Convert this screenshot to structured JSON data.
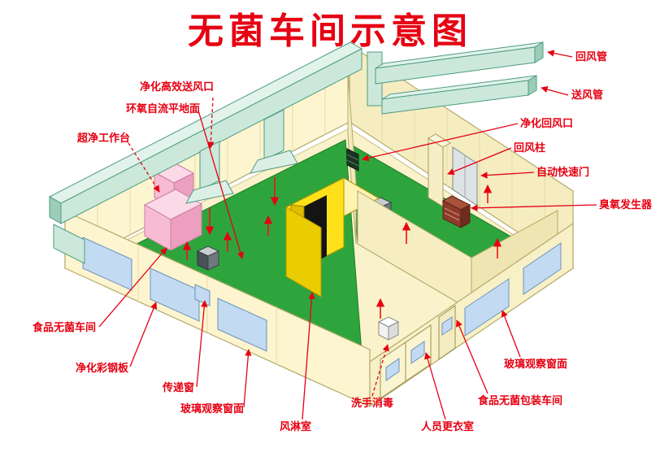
{
  "title": "无菌车间示意图",
  "colors": {
    "title_red": "#e60012",
    "label_red": "#e60012",
    "arrow_red": "#ff1010",
    "wall_cream": "#fcf5d0",
    "floor_green": "#2ea53c",
    "duct_teal": "#cbe8db",
    "air_shower_yellow": "#ffe11a",
    "bench_pink": "#f7bcd3",
    "window_blue": "#c2daf2"
  },
  "labels": [
    {
      "id": "hepa-supply-outlet",
      "text": "净化高效送风口"
    },
    {
      "id": "epoxy-floor",
      "text": "环氧自流平地面"
    },
    {
      "id": "clean-bench",
      "text": "超净工作台"
    },
    {
      "id": "return-air-duct",
      "text": "回风管"
    },
    {
      "id": "supply-air-duct",
      "text": "送风管"
    },
    {
      "id": "purified-return-outlet",
      "text": "净化回风口"
    },
    {
      "id": "return-air-column",
      "text": "回风柱"
    },
    {
      "id": "auto-rapid-door",
      "text": "自动快速门"
    },
    {
      "id": "ozone-generator",
      "text": "臭氧发生器"
    },
    {
      "id": "food-sterile-workshop",
      "text": "食品无菌车间"
    },
    {
      "id": "colored-steel-panel",
      "text": "净化彩钢板"
    },
    {
      "id": "transfer-window",
      "text": "传递窗"
    },
    {
      "id": "glass-observation-window-left",
      "text": "玻璃观察窗面"
    },
    {
      "id": "hand-washing-disinfection",
      "text": "洗手消毒"
    },
    {
      "id": "air-shower-room",
      "text": "风淋室"
    },
    {
      "id": "staff-changing-room",
      "text": "人员更衣室"
    },
    {
      "id": "food-sterile-packaging-workshop",
      "text": "食品无菌包装车间"
    },
    {
      "id": "glass-observation-window-right",
      "text": "玻璃观察窗面"
    }
  ]
}
